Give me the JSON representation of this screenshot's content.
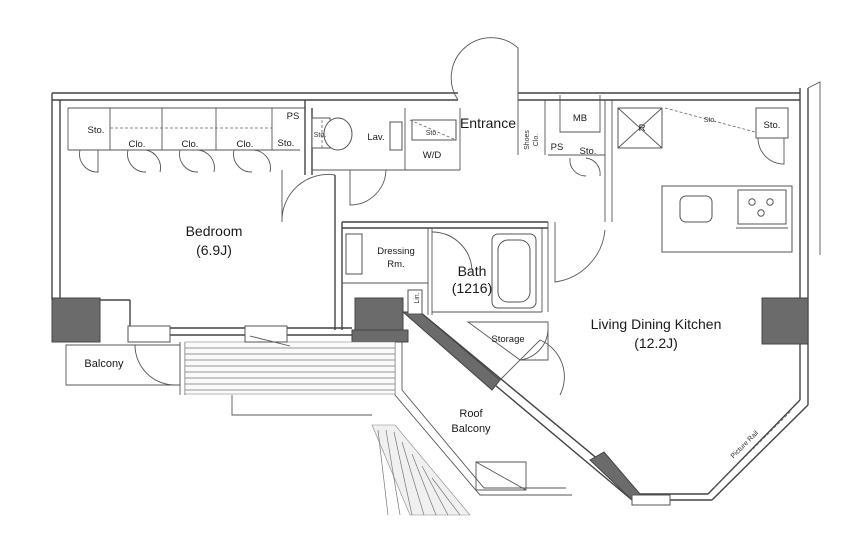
{
  "rooms": {
    "bedroom": {
      "name": "Bedroom",
      "size": "(6.9J)"
    },
    "bath": {
      "name": "Bath",
      "size": "(1216)"
    },
    "ldk": {
      "name": "Living Dining Kitchen",
      "size": "(12.2J)"
    },
    "roof_balcony": {
      "line1": "Roof",
      "line2": "Balcony"
    },
    "balcony": "Balcony",
    "entrance": "Entrance",
    "dressing": {
      "line1": "Dressing",
      "line2": "Rm."
    },
    "storage": "Storage",
    "lav": "Lav.",
    "wd": "W/D",
    "mb": "MB",
    "r": "R"
  },
  "labels": {
    "sto": "Sto.",
    "clo": "Clo.",
    "ps": "PS",
    "shoes_clo_1": "Shoes",
    "shoes_clo_2": "Clo.",
    "lin": "Lin.",
    "picture_rail": "Picture Rail"
  }
}
